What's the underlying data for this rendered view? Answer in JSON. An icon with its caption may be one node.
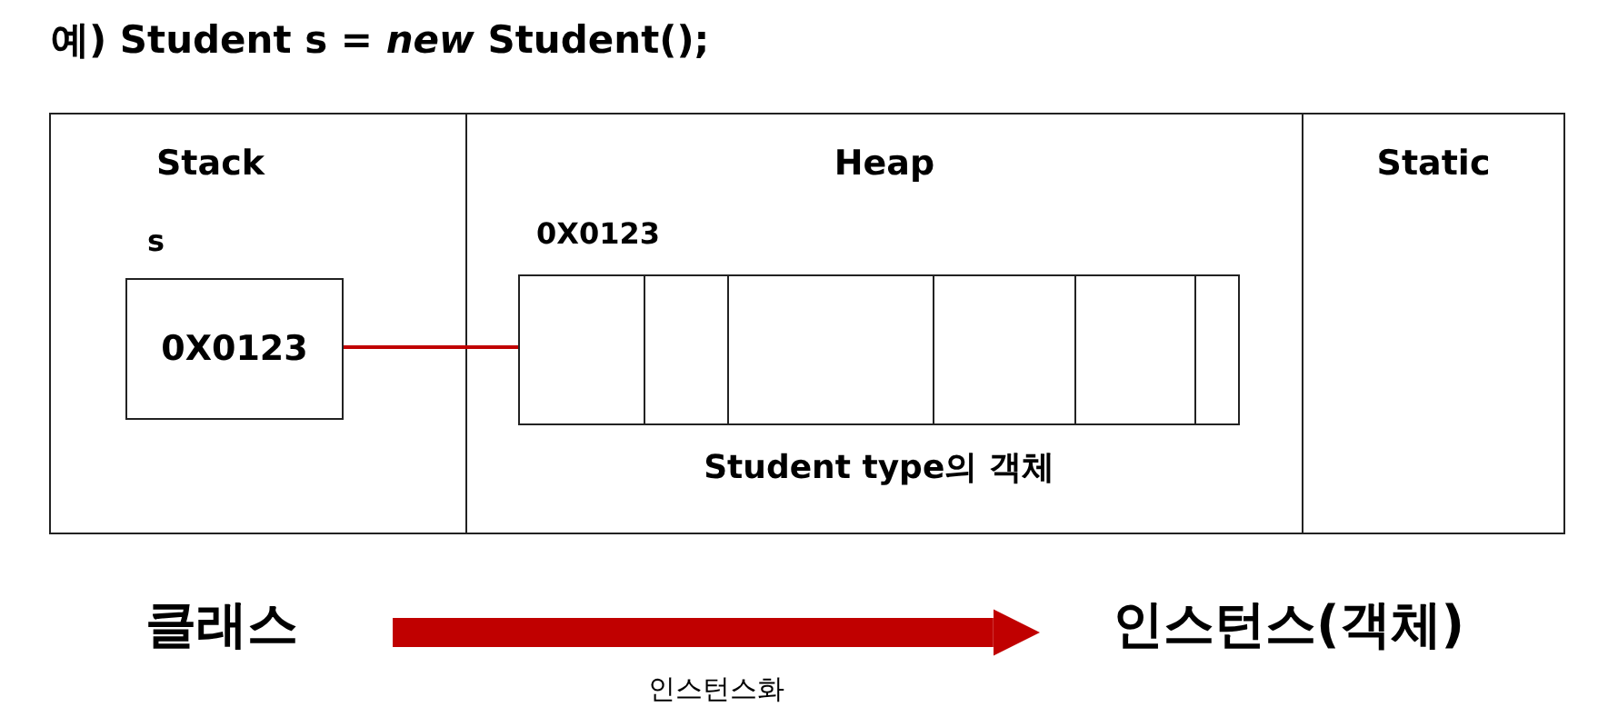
{
  "diagram": {
    "title": "예) Student s = *new* Student();",
    "nodes": [
      {
        "text": [
          "Stack"
        ]
      },
      {
        "text": [
          "Heap"
        ]
      },
      {
        "text": [
          "Static"
        ]
      },
      {
        "text": [
          "0X0123"
        ],
        "beside": [
          "s"
        ],
        "in": 0
      },
      {
        "text": [
          "0X0123",
          "Student type의 객체"
        ],
        "in": 1
      },
      {
        "text": [
          "클래스"
        ]
      },
      {
        "text": [
          "인스턴스(객체)"
        ]
      }
    ],
    "edges": [
      {
        "from": 3,
        "to": 4,
        "arrow": "none",
        "color": "#c00000"
      },
      {
        "from": 5,
        "to": 6,
        "arrow": "to",
        "label": "인스턴스화",
        "style": "thick",
        "color": "#c00000"
      }
    ]
  }
}
